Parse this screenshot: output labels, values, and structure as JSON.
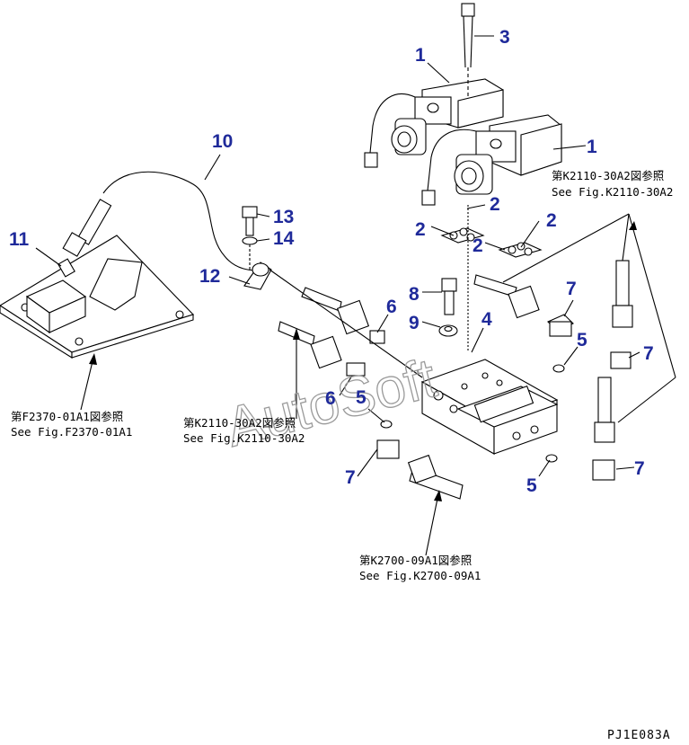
{
  "callouts": {
    "c1a": "1",
    "c1b": "1",
    "c2a": "2",
    "c2b": "2",
    "c2c": "2",
    "c2d": "2",
    "c3": "3",
    "c4": "4",
    "c5a": "5",
    "c5b": "5",
    "c5c": "5",
    "c6a": "6",
    "c6b": "6",
    "c7a": "7",
    "c7b": "7",
    "c7c": "7",
    "c7d": "7",
    "c8": "8",
    "c9": "9",
    "c10": "10",
    "c11": "11",
    "c12": "12",
    "c13": "13",
    "c14": "14"
  },
  "references": {
    "k2110_right_jp": "第K2110-30A2図参照",
    "k2110_right_en": "See Fig.K2110-30A2",
    "f2370_jp": "第F2370-01A1図参照",
    "f2370_en": "See Fig.F2370-01A1",
    "k2110_mid_jp": "第K2110-30A2図参照",
    "k2110_mid_en": "See Fig.K2110-30A2",
    "k2700_jp": "第K2700-09A1図参照",
    "k2700_en": "See Fig.K2700-09A1"
  },
  "watermark": "AutoSoft",
  "drawing_code": "PJ1E083A",
  "colors": {
    "callout": "#1f2a9a",
    "line": "#000000",
    "watermark": "#9a9a9a"
  }
}
